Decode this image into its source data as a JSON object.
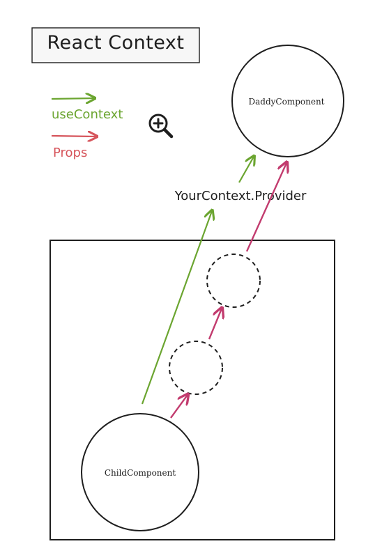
{
  "title": "React Context",
  "legend": {
    "items": [
      {
        "label": "useContext",
        "color": "#6ba530"
      },
      {
        "label": "Props",
        "color": "#d6545b"
      }
    ]
  },
  "nodes": {
    "daddy": "DaddyComponent",
    "provider": "YourContext.Provider",
    "child": "ChildComponent"
  },
  "colors": {
    "stroke": "#1e1e1e",
    "context_arrow": "#6ba530",
    "props_arrow": "#c23b6e"
  },
  "icons": {
    "zoom": "zoom-in-icon"
  }
}
